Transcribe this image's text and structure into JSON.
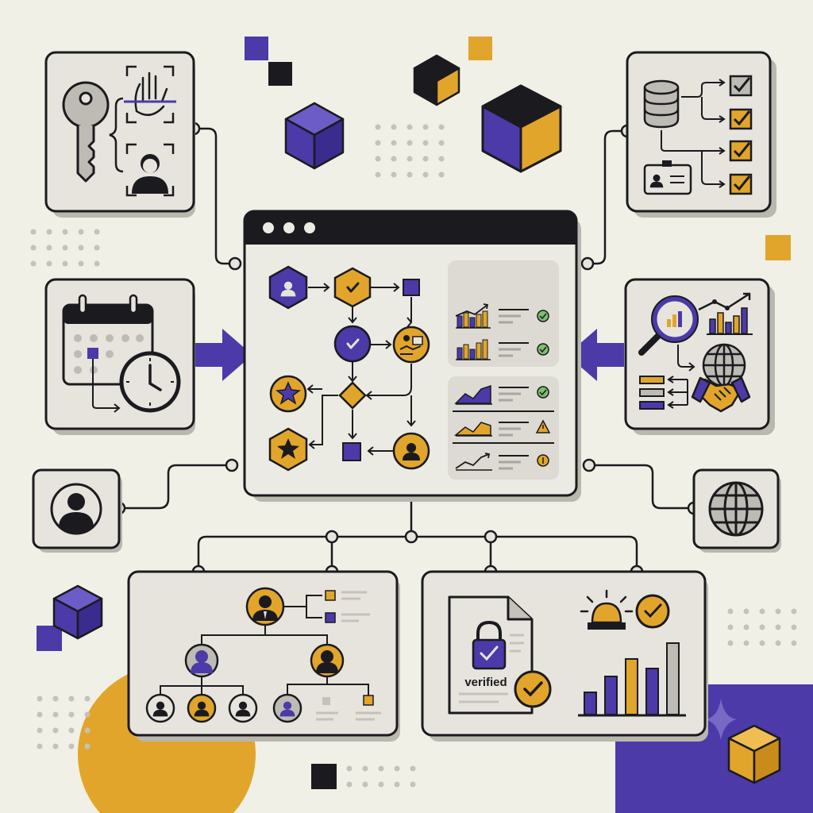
{
  "diagram": {
    "center_window": {
      "titlebar_dots": 3
    },
    "compliance_card": {
      "document_label": "verified"
    },
    "colors": {
      "background": "#f1f0e6",
      "card": "#e6e4dc",
      "ink": "#1b1b1f",
      "purple": "#4b3aa8",
      "gold": "#e2a52b",
      "gray": "#a8a6a0"
    },
    "modules": [
      {
        "name": "identity-access",
        "icons": [
          "key-icon",
          "fingerprint-scan-icon",
          "face-scan-icon"
        ]
      },
      {
        "name": "data-validation",
        "icons": [
          "database-icon",
          "checkbox-checked-icon",
          "id-card-icon"
        ]
      },
      {
        "name": "scheduling",
        "icons": [
          "calendar-icon",
          "clock-icon"
        ]
      },
      {
        "name": "analytics-partnerships",
        "icons": [
          "magnifier-chart-icon",
          "line-chart-icon",
          "globe-icon",
          "handshake-icon"
        ]
      },
      {
        "name": "user-profile",
        "icons": [
          "user-icon"
        ]
      },
      {
        "name": "global-network",
        "icons": [
          "globe-icon"
        ]
      },
      {
        "name": "org-hierarchy",
        "icons": [
          "person-icon"
        ]
      },
      {
        "name": "compliance-alerts",
        "icons": [
          "document-icon",
          "padlock-icon",
          "alarm-light-icon",
          "check-badge-icon",
          "bar-chart-icon"
        ]
      }
    ]
  }
}
